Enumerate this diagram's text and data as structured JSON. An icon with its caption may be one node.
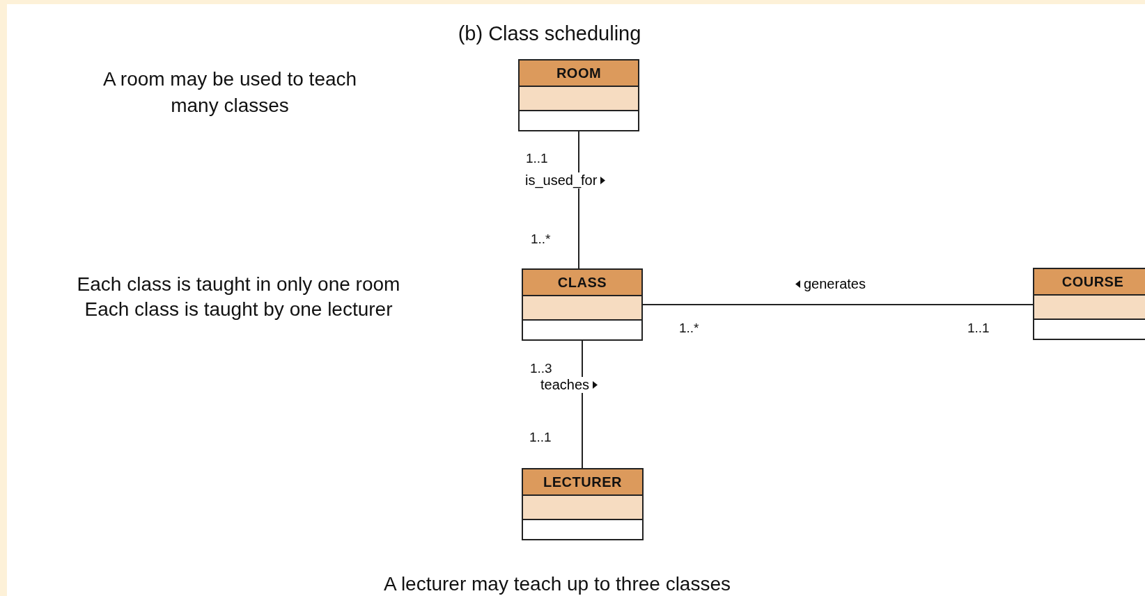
{
  "diagram": {
    "title": "(b) Class scheduling",
    "nodes": [
      {
        "text": [
          "ROOM"
        ]
      },
      {
        "text": [
          "CLASS"
        ]
      },
      {
        "text": [
          "COURSE"
        ]
      },
      {
        "text": [
          "LECTURER"
        ]
      }
    ],
    "edges": [
      {
        "from": 0,
        "to": 1,
        "arrow": "none",
        "label": "is_used_for"
      },
      {
        "from": 1,
        "to": 2,
        "arrow": "none",
        "label": "generates"
      },
      {
        "from": 1,
        "to": 3,
        "arrow": "none",
        "label": "teaches"
      }
    ],
    "labels": [
      "A room may be used to teach many classes",
      "1..1",
      "1..*",
      "Each class is taught in only one room",
      "Each class is taught by one lecturer",
      "1..*",
      "1..1",
      "1..3",
      "1..1",
      "A lecturer may teach up to three classes"
    ]
  }
}
